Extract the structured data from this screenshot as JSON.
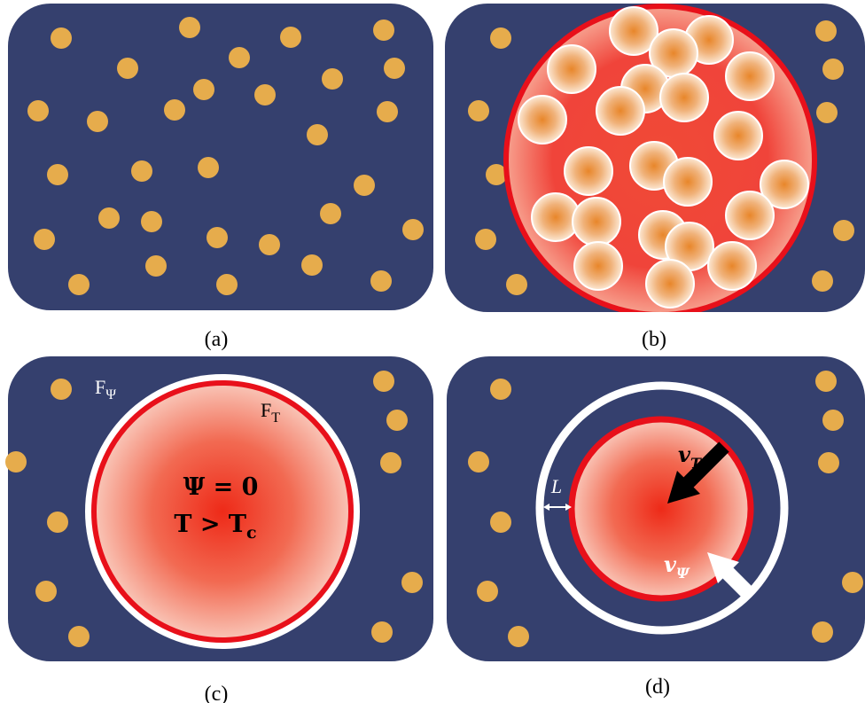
{
  "colors": {
    "box": "#35406e",
    "particle": "#e6ac4c",
    "droplet_edge": "#e8101a",
    "droplet_core": "#ef3a1c",
    "front": "#ffffff"
  },
  "panels": {
    "a": {
      "caption": "(a)"
    },
    "b": {
      "caption": "(b)"
    },
    "c": {
      "caption": "(c)",
      "label_f_psi": "F",
      "label_f_psi_sub": "Ψ",
      "label_f_t": "F",
      "label_f_t_sub": "T",
      "eq_psi": "Ψ = 0",
      "eq_temp": "T > T",
      "eq_temp_sub": "c"
    },
    "d": {
      "caption": "(d)",
      "label_l": "L",
      "label_v_t": "v",
      "label_v_t_sub": "T",
      "label_v_psi": "v",
      "label_v_psi_sub": "Ψ"
    }
  }
}
